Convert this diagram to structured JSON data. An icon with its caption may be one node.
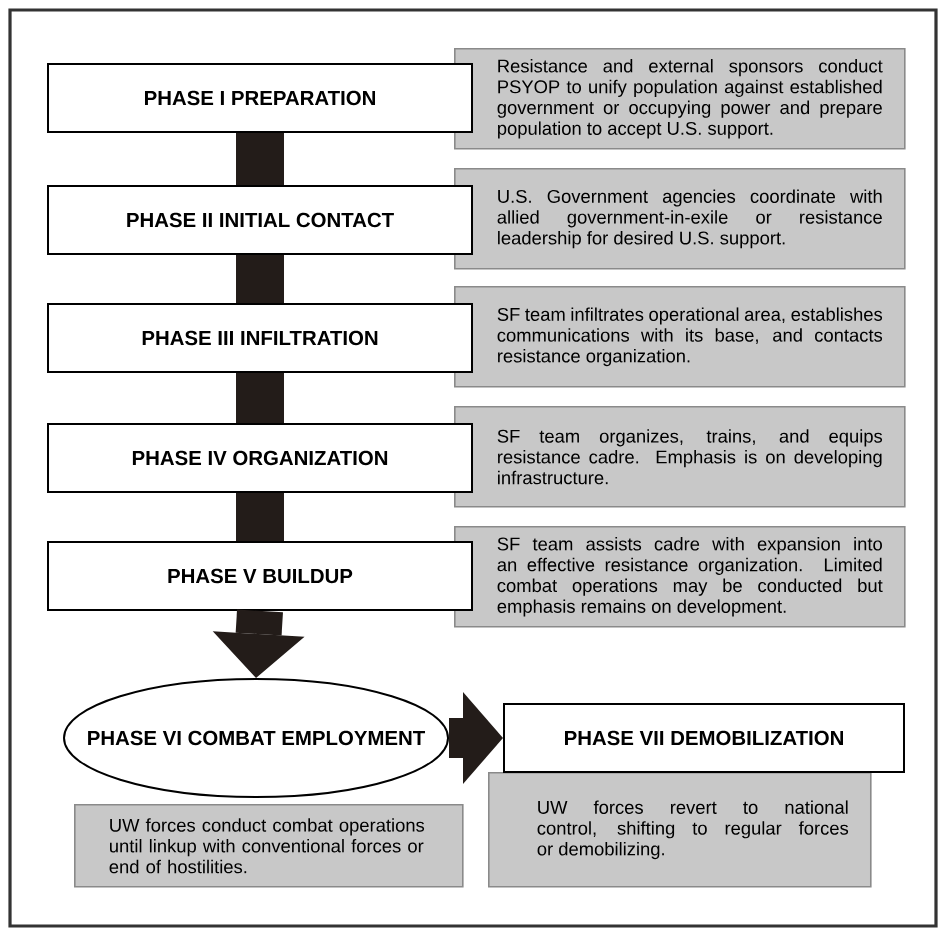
{
  "diagram": {
    "nodes": [
      {
        "text": [
          "PHASE I PREPARATION"
        ]
      },
      {
        "text": [
          "Resistance and external sponsors conduct PSYOP to unify population against established government or occupying power and prepare population to accept U.S. support."
        ]
      },
      {
        "text": [
          "PHASE II INITIAL CONTACT"
        ]
      },
      {
        "text": [
          "U.S. Government agencies coordinate with allied government-in-exile or resistance leadership for desired U.S. support."
        ]
      },
      {
        "text": [
          "PHASE III INFILTRATION"
        ]
      },
      {
        "text": [
          "SF team infiltrates operational area, establishes communications with its base, and contacts resistance organization."
        ]
      },
      {
        "text": [
          "PHASE IV ORGANIZATION"
        ]
      },
      {
        "text": [
          "SF team organizes, trains, and equips resistance cadre. Emphasis is on developing infrastructure."
        ]
      },
      {
        "text": [
          "PHASE V BUILDUP"
        ]
      },
      {
        "text": [
          "SF team assists cadre with expansion into an effective resistance organization. Limited combat operations may be conducted but emphasis remains on development."
        ]
      },
      {
        "text": [
          "PHASE VI COMBAT EMPLOYMENT"
        ]
      },
      {
        "text": [
          "PHASE VII DEMOBILIZATION"
        ]
      },
      {
        "text": [
          "UW forces conduct combat operations until linkup with conventional forces or end of hostilities."
        ]
      },
      {
        "text": [
          "UW forces revert to national control, shifting to regular forces or demobilizing."
        ]
      }
    ],
    "edges": [
      {
        "from": 0,
        "to": 2,
        "arrow": "none"
      },
      {
        "from": 2,
        "to": 4,
        "arrow": "none"
      },
      {
        "from": 4,
        "to": 6,
        "arrow": "none"
      },
      {
        "from": 6,
        "to": 8,
        "arrow": "none"
      },
      {
        "from": 8,
        "to": 10,
        "arrow": "to"
      },
      {
        "from": 10,
        "to": 11,
        "arrow": "to"
      }
    ]
  }
}
